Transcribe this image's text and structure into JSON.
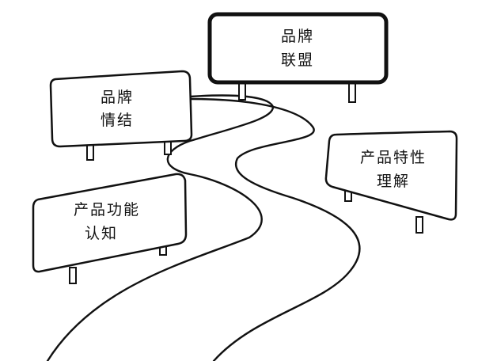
{
  "colors": {
    "ink": "#111111",
    "background": "#ffffff"
  },
  "signs": {
    "product_function": {
      "line1": "产品功能",
      "line2": "认知"
    },
    "brand_emotion": {
      "line1": "品牌",
      "line2": "情结"
    },
    "brand_alliance": {
      "line1": "品牌",
      "line2": "联盟"
    },
    "product_feature": {
      "line1": "产品特性",
      "line2": "理解"
    }
  }
}
